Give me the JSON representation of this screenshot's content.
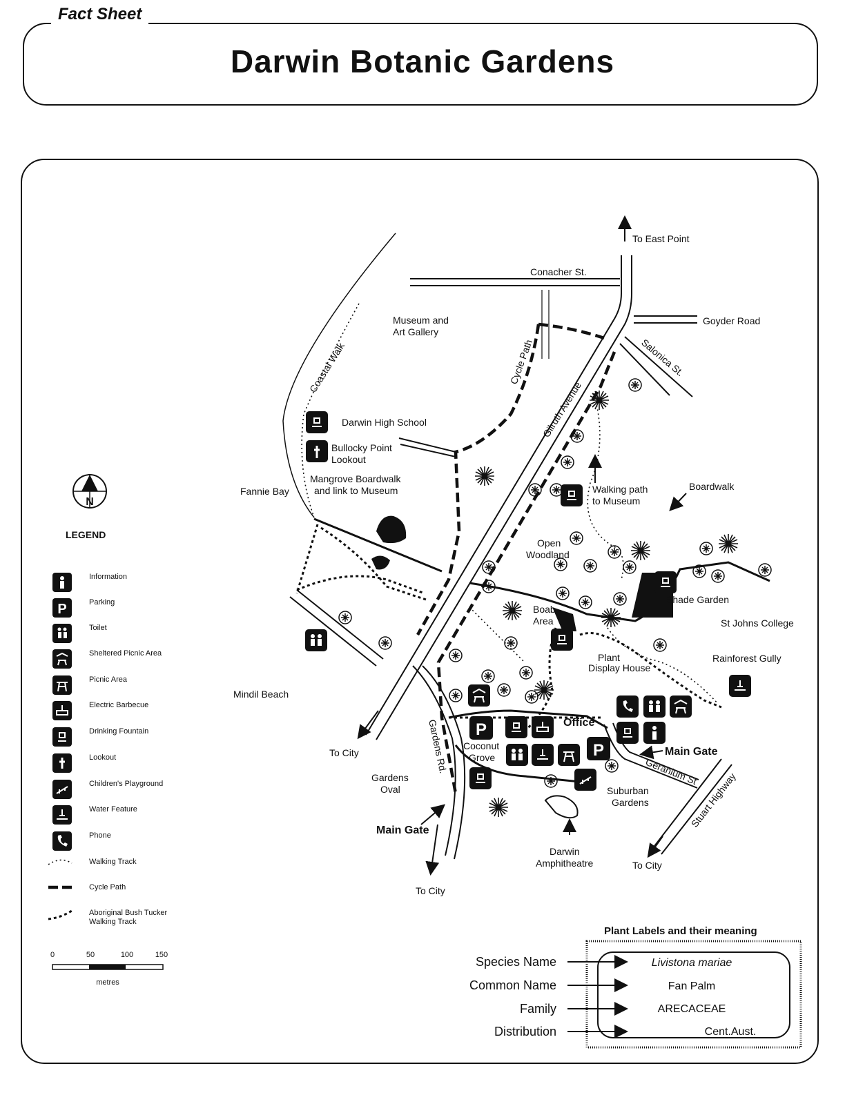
{
  "header": {
    "tag": "Fact Sheet",
    "title": "Darwin Botanic Gardens"
  },
  "map": {
    "labels": {
      "to_east_point": "To East Point",
      "conacher_st": "Conacher St.",
      "goyder_road": "Goyder Road",
      "salonica_st": "Salonica St.",
      "museum": [
        "Museum and",
        "Art Gallery"
      ],
      "cycle_path": "Cycle Path",
      "coastal_walk": "Coastal Walk",
      "gilruth_avenue": "Gilruth Avenue",
      "darwin_high_school": "Darwin High School",
      "bullocky_point": [
        "Bullocky Point",
        "Lookout"
      ],
      "mangrove_boardwalk": [
        "Mangrove Boardwalk",
        "and link to Museum"
      ],
      "fannie_bay": "Fannie Bay",
      "walking_path_museum": [
        "Walking path",
        "to Museum"
      ],
      "boardwalk": "Boardwalk",
      "open_woodland": [
        "Open",
        "Woodland"
      ],
      "shade_garden": "Shade Garden",
      "st_johns_college": "St Johns College",
      "boab_area": [
        "Boab",
        "Area"
      ],
      "plant_display_house": [
        "Plant",
        "Display House"
      ],
      "rainforest_gully": "Rainforest Gully",
      "mindil_beach": "Mindil Beach",
      "office": "Office",
      "main_gate_east": "Main Gate",
      "geranium_st": "Geranium St",
      "stuart_highway": "Stuart Highway",
      "coconut_grove": [
        "Coconut",
        "Grove"
      ],
      "gardens_rd": "Gardens Rd.",
      "gardens_oval": [
        "Gardens",
        "Oval"
      ],
      "to_city_1": "To City",
      "to_city_2": "To City",
      "to_city_3": "To City",
      "main_gate_south": "Main Gate",
      "suburban_gardens": [
        "Suburban",
        "Gardens"
      ],
      "darwin_amphitheatre": [
        "Darwin",
        "Amphitheatre"
      ],
      "north": "N"
    }
  },
  "legend": {
    "title": "LEGEND",
    "items": [
      {
        "label": "Information",
        "icon": "information-icon"
      },
      {
        "label": "Parking",
        "icon": "parking-icon"
      },
      {
        "label": "Toilet",
        "icon": "toilet-icon"
      },
      {
        "label": "Sheltered Picnic Area",
        "icon": "sheltered-picnic-icon"
      },
      {
        "label": "Picnic Area",
        "icon": "picnic-icon"
      },
      {
        "label": "Electric Barbecue",
        "icon": "barbecue-icon"
      },
      {
        "label": "Drinking Fountain",
        "icon": "drinking-fountain-icon"
      },
      {
        "label": "Lookout",
        "icon": "lookout-icon"
      },
      {
        "label": "Children's Playground",
        "icon": "playground-icon"
      },
      {
        "label": "Water Feature",
        "icon": "water-feature-icon"
      },
      {
        "label": "Phone",
        "icon": "phone-icon"
      },
      {
        "label": "Walking Track",
        "icon": "walking-track-line"
      },
      {
        "label": "Cycle Path",
        "icon": "cycle-path-line"
      },
      {
        "label": [
          "Aboriginal Bush Tucker",
          "Walking Track"
        ],
        "icon": "bush-tucker-line"
      }
    ],
    "scale": {
      "ticks": [
        "0",
        "50",
        "100",
        "150"
      ],
      "unit": "metres"
    }
  },
  "plant_labels": {
    "title": "Plant Labels and their meaning",
    "rows": [
      {
        "field": "Species Name",
        "example": "Livistona mariae"
      },
      {
        "field": "Common Name",
        "example": "Fan Palm"
      },
      {
        "field": "Family",
        "example": "ARECACEAE"
      },
      {
        "field": "Distribution",
        "example": "Cent.Aust."
      }
    ]
  }
}
